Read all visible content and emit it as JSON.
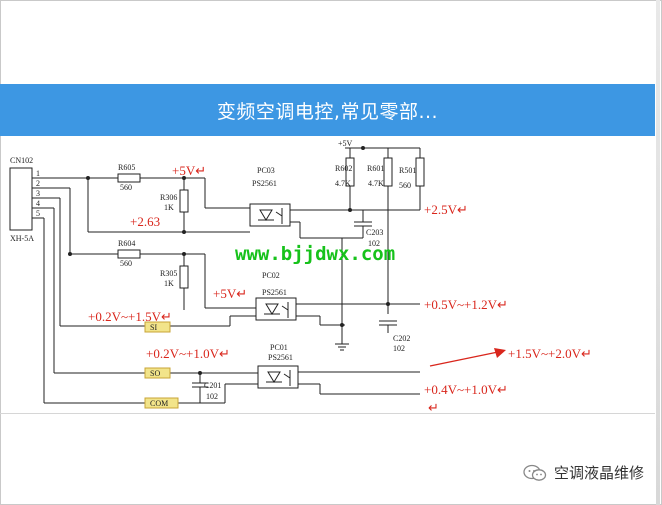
{
  "banner": {
    "title": "变频空调电控,常见零部..."
  },
  "schematic": {
    "connector": {
      "name": "CN102",
      "type": "XH-5A",
      "pins": [
        "1",
        "2",
        "3",
        "4",
        "5"
      ]
    },
    "resistors": {
      "r605": {
        "ref": "R605",
        "val": "560"
      },
      "r306": {
        "ref": "R306",
        "val": "1K"
      },
      "r604": {
        "ref": "R604",
        "val": "560"
      },
      "r305": {
        "ref": "R305",
        "val": "1K"
      },
      "r602": {
        "ref": "R602",
        "val": "4.7K"
      },
      "r601": {
        "ref": "R601",
        "val": "4.7K"
      },
      "r501": {
        "ref": "R501",
        "val": "560"
      }
    },
    "optos": {
      "pc03": {
        "ref": "PC03",
        "part": "PS2561"
      },
      "pc02": {
        "ref": "PC02",
        "part": "PS2561"
      },
      "pc01": {
        "ref": "PC01",
        "part": "PS2561"
      }
    },
    "caps": {
      "c203": {
        "ref": "C203",
        "val": "102"
      },
      "c202": {
        "ref": "C202",
        "val": "102"
      },
      "c201": {
        "ref": "C201",
        "val": "102"
      }
    },
    "supply": "+5V",
    "voltages": {
      "v5a": "+5V↵",
      "v263": "+2.63",
      "v25": "+2.5V↵",
      "v5b": "+5V↵",
      "v05_12": "+0.5V~+1.2V↵",
      "v02_15": "+0.2V~+1.5V↵",
      "v02_10": "+0.2V~+1.0V↵",
      "v15_20": "+1.5V~+2.0V↵",
      "v04_10": "+0.4V~+1.0V↵",
      "ret": "↵"
    },
    "signals": {
      "si": "SI",
      "so": "SO",
      "com": "COM"
    },
    "watermark": "www.bjjdwx.com"
  },
  "footer": {
    "account": "空调液晶维修"
  }
}
